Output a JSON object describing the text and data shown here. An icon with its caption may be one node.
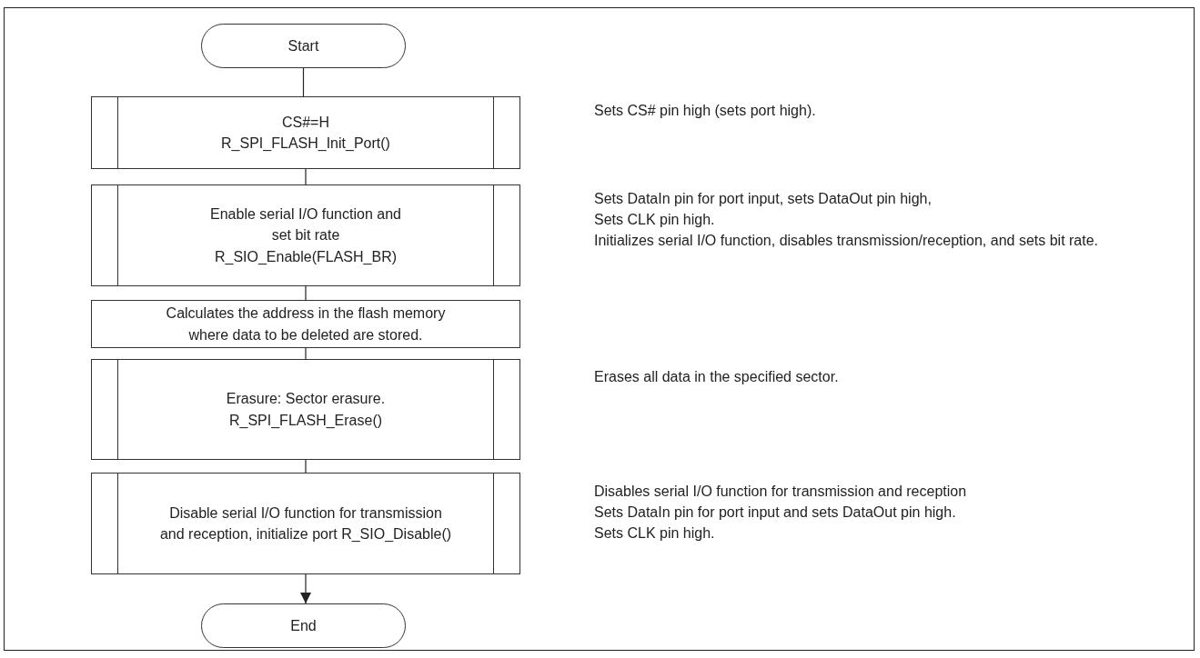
{
  "diagram": {
    "nodes": [
      {
        "text": [
          "Start"
        ]
      },
      {
        "text": [
          "CS#=H R_SPI_FLASH_Init_Port()"
        ]
      },
      {
        "text": [
          "Enable serial I/O function and set bit rate R_SIO_Enable(FLASH_BR)"
        ]
      },
      {
        "text": [
          "Calculates the address in the flash memory where data to be deleted are stored."
        ]
      },
      {
        "text": [
          "Erasure: Sector erasure. R_SPI_FLASH_Erase()"
        ]
      },
      {
        "text": [
          "Disable serial I/O function for transmission and reception, initialize port R_SIO_Disable()"
        ]
      },
      {
        "text": [
          "End"
        ]
      }
    ],
    "edges": [
      {
        "from": 0,
        "to": 1,
        "arrow": "none"
      },
      {
        "from": 1,
        "to": 2,
        "arrow": "none"
      },
      {
        "from": 2,
        "to": 3,
        "arrow": "none"
      },
      {
        "from": 3,
        "to": 4,
        "arrow": "none"
      },
      {
        "from": 4,
        "to": 5,
        "arrow": "none"
      },
      {
        "from": 5,
        "to": 6,
        "arrow": "to"
      }
    ],
    "labels": [
      "Sets CS# pin high (sets port high).",
      "Sets DataIn pin for port input, sets DataOut pin high,",
      "Sets CLK pin high.",
      "Initializes serial I/O function, disables transmission/reception, and sets bit rate.",
      "Erases all data in the specified sector.",
      "Disables serial I/O function for transmission and reception",
      "Sets DataIn pin for port input and sets DataOut pin high.",
      "Sets CLK pin high."
    ]
  }
}
